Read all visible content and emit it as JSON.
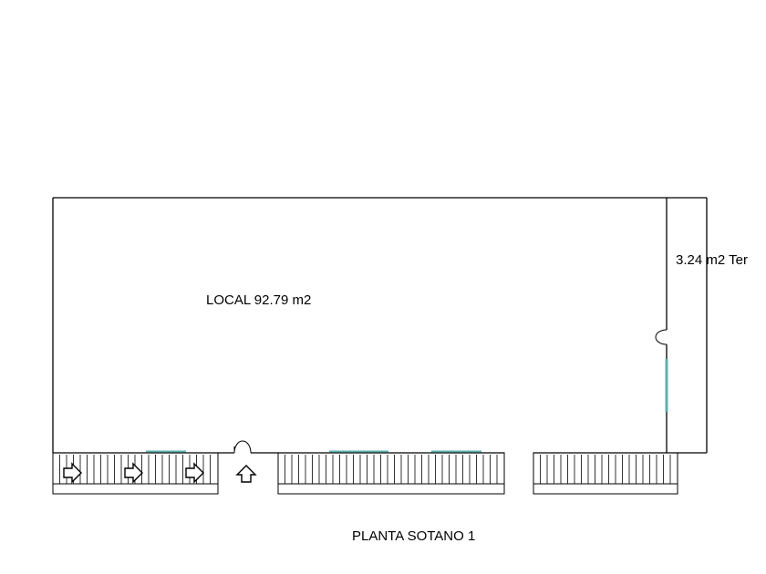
{
  "rooms": {
    "local_label": "LOCAL 92.79 m2",
    "terrace_label": "3.24 m2 Ter"
  },
  "footer": {
    "plan_title": "PLANTA SOTANO 1"
  },
  "colors": {
    "line": "#000000",
    "window": "#5fb0ac",
    "background": "#ffffff"
  },
  "icons": {
    "entry_arrows": [
      "arrow-right-icon",
      "arrow-right-icon",
      "arrow-right-icon"
    ],
    "access_arrow": "arrow-up-icon"
  }
}
